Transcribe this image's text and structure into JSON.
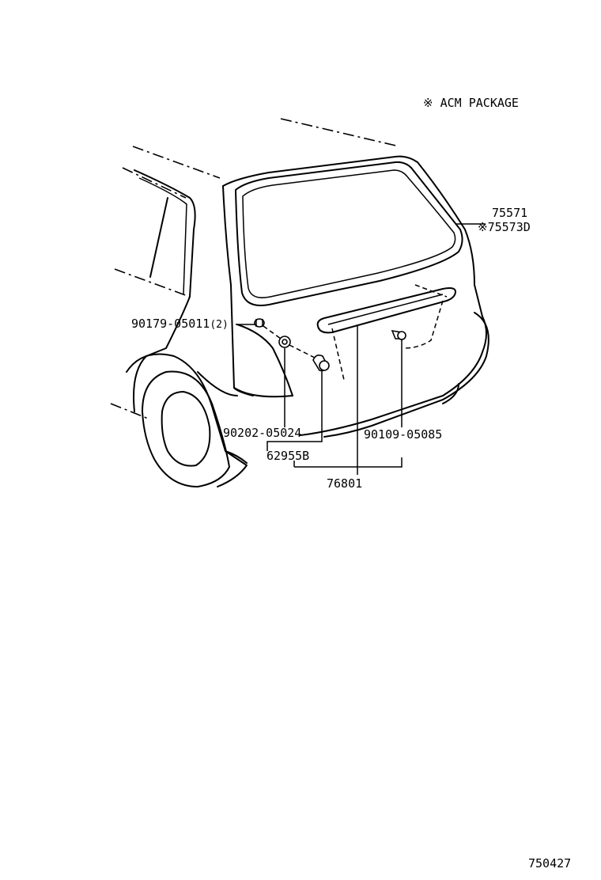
{
  "note": {
    "symbol": "※",
    "text": "ACM PACKAGE"
  },
  "parts": {
    "p75571": "75571",
    "p75573d": "※75573D",
    "p90179": "90179-05011",
    "p90179_qty": "(2)",
    "p90202": "90202-05024",
    "p62955b": "62955B",
    "p90109": "90109-05085",
    "p76801": "76801"
  },
  "footer": {
    "diagram_code": "750427"
  }
}
